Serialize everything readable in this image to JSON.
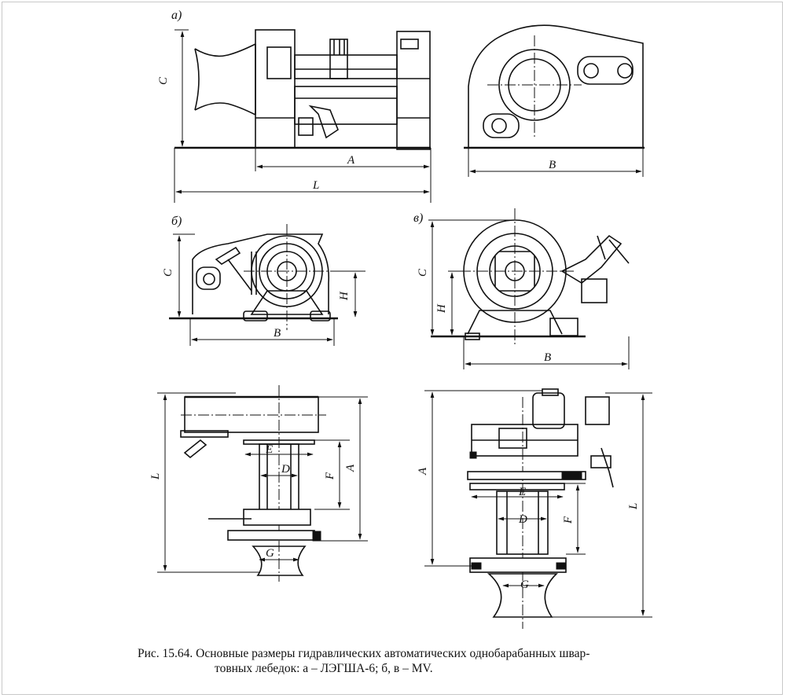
{
  "panels": {
    "a": {
      "label": "а)"
    },
    "b": {
      "label": "б)"
    },
    "v": {
      "label": "в)"
    }
  },
  "dimensions": {
    "A": "A",
    "B": "B",
    "C": "C",
    "D": "D",
    "E": "E",
    "F": "F",
    "G": "G",
    "H": "H",
    "L": "L"
  },
  "caption": {
    "line1": "Рис. 15.64. Основные размеры гидравлических автоматических однобарабанных швар-",
    "line2": "товных лебедок: а – ЛЭГША-6; б, в – MV."
  }
}
